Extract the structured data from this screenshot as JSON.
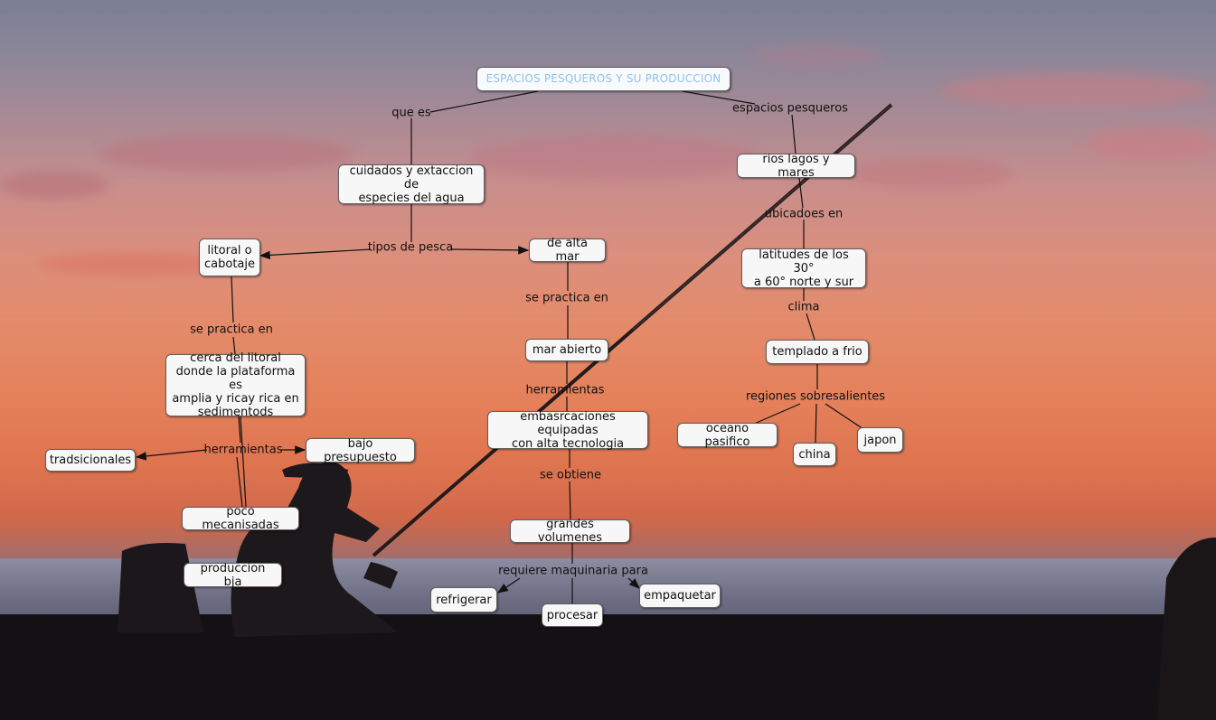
{
  "map": {
    "title": "ESPACIOS PESQUEROS Y SU PRODUCCION",
    "nodes": {
      "cuidados": "cuidados y extaccion de\nespecies del agua",
      "rios": "rios lagos y mares",
      "litoral": "litoral o\ncabotaje",
      "alta_mar": "de alta mar",
      "latitudes": "latitudes de los 30°\na 60° norte y sur",
      "mar_abierto": "mar abierto",
      "templado": "templado a frio",
      "cerca": "cerca del litoral\ndonde la plataforma es\namplia y ricay rica en\nsedimentods",
      "embarcaciones": "embasrcaciones equipadas\ncon alta tecnologia",
      "oceano": "oceano pasifico",
      "japon": "japon",
      "china": "china",
      "tradicionales": "tradsicionales",
      "bajo": "bajo presupuesto",
      "poco": "poco mecanisadas",
      "grandes": "grandes volumenes",
      "produccion": "produccion bja",
      "refrigerar": "refrigerar",
      "procesar": "procesar",
      "empaquetar": "empaquetar"
    },
    "links": {
      "que_es": "que es",
      "espacios_pesqueros": "espacios pesqueros",
      "ubicados_en": "ubicadoes en",
      "tipos_de_pesca": "tipos de pesca",
      "se_practica_en_1": "se practica en",
      "clima": "clima",
      "se_practica_en_2": "se practica en",
      "herramientas_1": "herramientas",
      "regiones": "regiones sobresalientes",
      "herramientas_2": "herramientas",
      "se_obtiene": "se obtiene",
      "requiere": "requiere maquinaria para"
    }
  },
  "colors": {
    "title_text": "#8fc3ea",
    "node_fill": "#f7f7f7",
    "node_border": "#5f5f5f",
    "line": "#111111"
  }
}
